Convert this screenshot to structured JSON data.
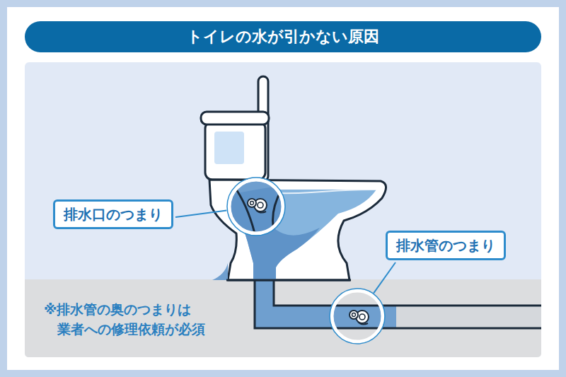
{
  "diagram": {
    "title": "トイレの水が引かない原因",
    "nodes": [
      {
        "text": [
          "排水口のつまり"
        ]
      },
      {
        "text": [
          "排水管のつまり"
        ]
      }
    ],
    "labels": [
      "※排水管の奥のつまりは 業者への修理依頼が必須"
    ]
  }
}
